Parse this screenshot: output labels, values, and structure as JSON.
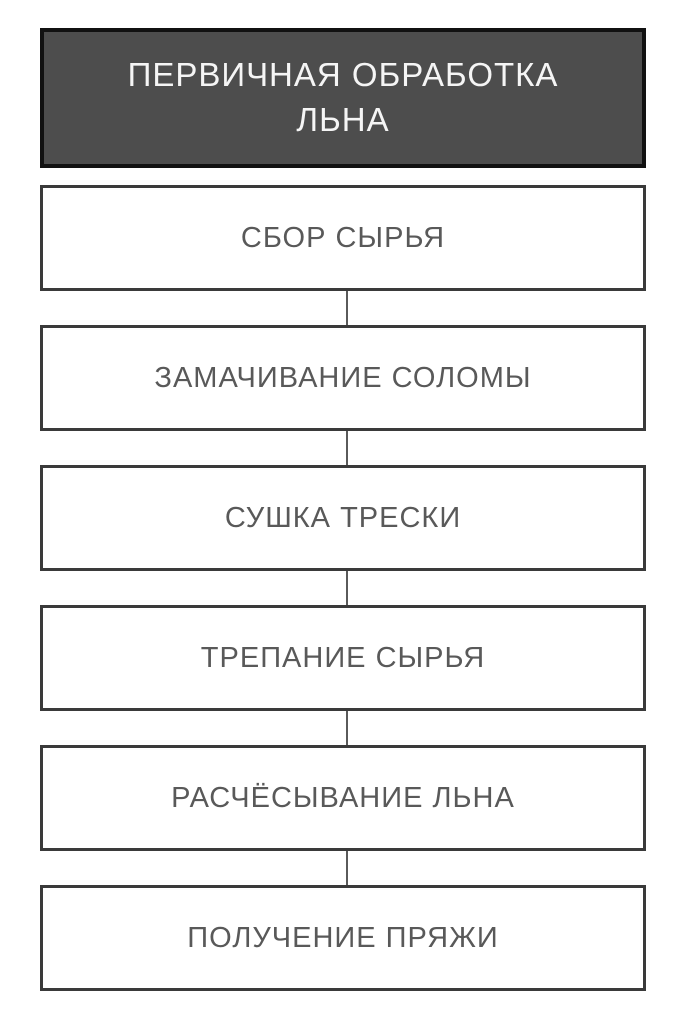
{
  "diagram": {
    "title": {
      "label": "ПЕРВИЧНАЯ ОБРАБОТКА ЛЬНА"
    },
    "steps": [
      {
        "label": "СБОР СЫРЬЯ"
      },
      {
        "label": "ЗАМАЧИВАНИЕ СОЛОМЫ"
      },
      {
        "label": "СУШКА ТРЕСКИ"
      },
      {
        "label": "ТРЕПАНИЕ СЫРЬЯ"
      },
      {
        "label": "РАСЧЁСЫВАНИЕ ЛЬНА"
      },
      {
        "label": "ПОЛУЧЕНИЕ ПРЯЖИ"
      }
    ],
    "colors": {
      "header_fill": "#4d4d4d",
      "header_border": "#111111",
      "header_text": "#f5f5f5",
      "box_fill": "#ffffff",
      "box_border": "#3a3a3a",
      "box_text": "#595959",
      "connector": "#5a5a5a",
      "background": "#ffffff"
    }
  }
}
